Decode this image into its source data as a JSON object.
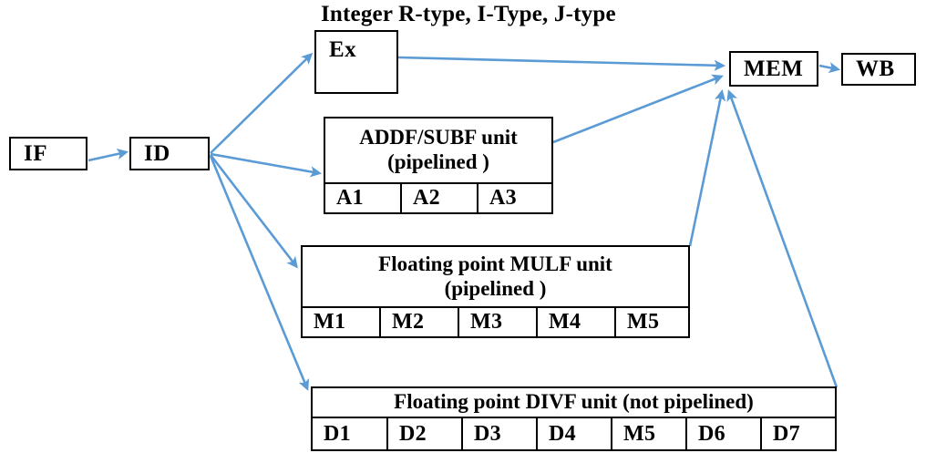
{
  "diagram": {
    "title": "Integer R-type, I-Type, J-type",
    "accent_color": "#5B9BD5",
    "line_color": "#000000",
    "background": "#ffffff",
    "stages": [
      {
        "id": "if",
        "label": "IF"
      },
      {
        "id": "id",
        "label": "ID"
      },
      {
        "id": "ex",
        "label": "Ex"
      },
      {
        "id": "mem",
        "label": "MEM"
      },
      {
        "id": "wb",
        "label": "WB"
      }
    ],
    "units": [
      {
        "id": "addf",
        "header_lines": [
          "ADDF/SUBF unit",
          "(pipelined )"
        ],
        "cells": [
          "A1",
          "A2",
          "A3"
        ]
      },
      {
        "id": "mulf",
        "header_lines": [
          "Floating point MULF unit",
          "(pipelined )"
        ],
        "cells": [
          "M1",
          "M2",
          "M3",
          "M4",
          "M5"
        ]
      },
      {
        "id": "divf",
        "header_lines": [
          "Floating point DIVF unit (not pipelined)"
        ],
        "cells": [
          "D1",
          "D2",
          "D3",
          "D4",
          "M5",
          "D6",
          "D7"
        ]
      }
    ],
    "connections": [
      {
        "id": "if-to-id",
        "from": "IF",
        "to": "ID"
      },
      {
        "id": "id-to-ex",
        "from": "ID",
        "to": "Ex"
      },
      {
        "id": "id-to-addf",
        "from": "ID",
        "to": "ADDF/SUBF unit"
      },
      {
        "id": "id-to-mulf",
        "from": "ID",
        "to": "Floating point MULF unit"
      },
      {
        "id": "id-to-divf",
        "from": "ID",
        "to": "Floating point DIVF unit"
      },
      {
        "id": "ex-to-mem",
        "from": "Ex",
        "to": "MEM"
      },
      {
        "id": "addf-to-mem",
        "from": "ADDF/SUBF unit",
        "to": "MEM"
      },
      {
        "id": "mulf-to-mem",
        "from": "Floating point MULF unit",
        "to": "MEM"
      },
      {
        "id": "divf-to-mem",
        "from": "Floating point DIVF unit",
        "to": "MEM"
      },
      {
        "id": "mem-to-wb",
        "from": "MEM",
        "to": "WB"
      }
    ]
  }
}
